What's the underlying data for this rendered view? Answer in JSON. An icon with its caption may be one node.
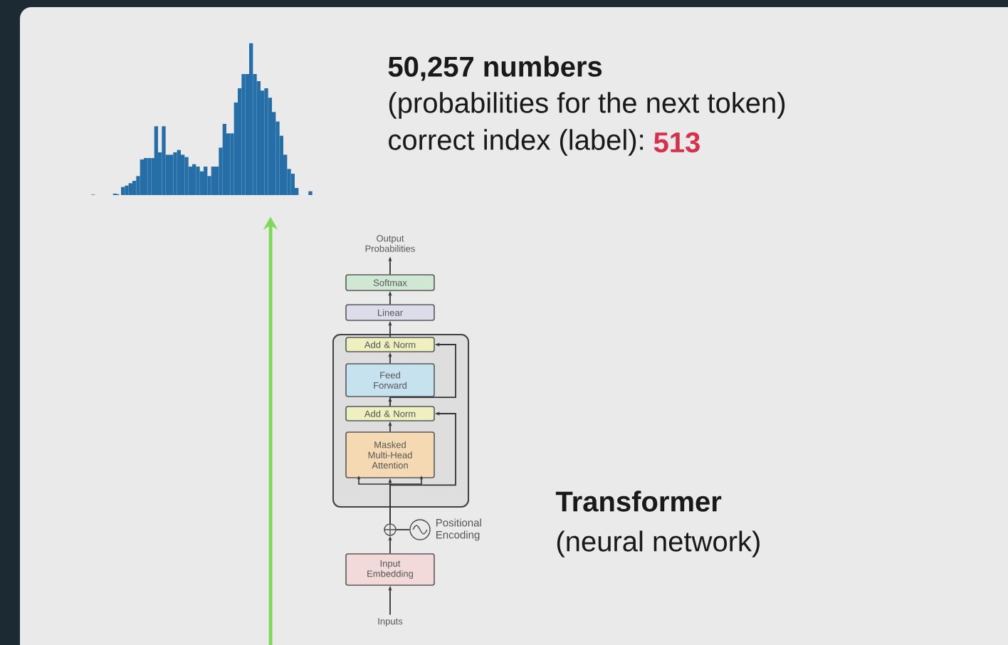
{
  "diagram": {
    "nodes": [
      {
        "text": [],
        "shape": "picture"
      },
      {
        "text": [
          "Output Probabilities"
        ]
      },
      {
        "text": [
          "Softmax"
        ]
      },
      {
        "text": [
          "Linear"
        ]
      },
      {
        "text": [],
        "shape": "box"
      },
      {
        "text": [
          "Add & Norm"
        ],
        "in": 4
      },
      {
        "text": [
          "Feed Forward"
        ],
        "in": 4
      },
      {
        "text": [
          "Add & Norm"
        ],
        "in": 4
      },
      {
        "text": [
          "Masked Multi-Head Attention"
        ],
        "in": 4
      },
      {
        "text": [],
        "shape": "circle"
      },
      {
        "text": [],
        "shape": "circle",
        "beside": [
          "Positional Encoding"
        ]
      },
      {
        "text": [
          "Input Embedding"
        ]
      },
      {
        "text": [
          "Inputs"
        ]
      }
    ],
    "edges": [
      {
        "from": null,
        "to": 0,
        "arrow": "to",
        "style": "thick",
        "color": "#7ed957"
      },
      {
        "from": 12,
        "to": 11,
        "arrow": "to"
      },
      {
        "from": 11,
        "to": 9,
        "arrow": "to"
      },
      {
        "from": 10,
        "to": 9,
        "arrow": "none"
      },
      {
        "from": 9,
        "to": 8,
        "arrow": "to"
      },
      {
        "from": 9,
        "to": 7,
        "arrow": "to"
      },
      {
        "from": 8,
        "to": 7,
        "arrow": "to"
      },
      {
        "from": 7,
        "to": 6,
        "arrow": "to"
      },
      {
        "from": 7,
        "to": 5,
        "arrow": "to"
      },
      {
        "from": 6,
        "to": 5,
        "arrow": "to"
      },
      {
        "from": 5,
        "to": 3,
        "arrow": "to"
      },
      {
        "from": 3,
        "to": 2,
        "arrow": "to"
      },
      {
        "from": 2,
        "to": 1,
        "arrow": "to"
      }
    ],
    "labels": [
      "50,257 numbers",
      "(probabilities for the next token)",
      "correct index (label):",
      "513",
      "Transformer",
      "(neural network)"
    ]
  }
}
